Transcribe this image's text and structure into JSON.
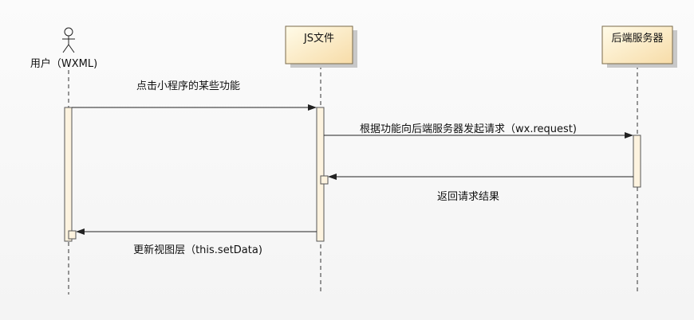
{
  "diagram": {
    "participants": [
      {
        "id": "user",
        "label": "用户（WXML)",
        "kind": "actor"
      },
      {
        "id": "js",
        "label": "JS文件",
        "kind": "box"
      },
      {
        "id": "server",
        "label": "后端服务器",
        "kind": "box"
      }
    ],
    "messages": [
      {
        "from": "user",
        "to": "js",
        "label": "点击小程序的某些功能",
        "style": "solid"
      },
      {
        "from": "js",
        "to": "server",
        "label": "根据功能向后端服务器发起请求（wx.request)",
        "style": "solid"
      },
      {
        "from": "server",
        "to": "js",
        "label": "返回请求结果",
        "style": "return"
      },
      {
        "from": "js",
        "to": "user",
        "label": "更新视图层（this.setData)",
        "style": "return"
      }
    ]
  }
}
